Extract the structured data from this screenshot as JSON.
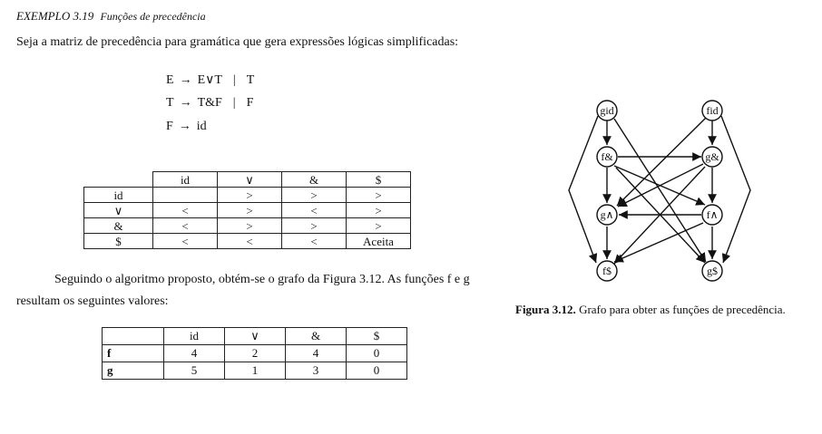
{
  "example": {
    "title": "EXEMPLO 3.19",
    "subtitle": "Funções de precedência"
  },
  "intro_text": "Seja a matriz de precedência para gramática que gera expressões lógicas simplificadas:",
  "grammar": [
    {
      "lhs": "E",
      "arrow": "→",
      "rhs1": "E∨T",
      "sep": "|",
      "rhs2": "T"
    },
    {
      "lhs": "T",
      "arrow": "→",
      "rhs1": "T&F",
      "sep": "|",
      "rhs2": "F"
    },
    {
      "lhs": "F",
      "arrow": "→",
      "rhs1": "id",
      "sep": "",
      "rhs2": ""
    }
  ],
  "precedence_table": {
    "columns": [
      "id",
      "∨",
      "&",
      "$"
    ],
    "rows": [
      {
        "head": "id",
        "cells": [
          "",
          ">",
          ">",
          ">"
        ]
      },
      {
        "head": "∨",
        "cells": [
          "<",
          ">",
          "<",
          ">"
        ]
      },
      {
        "head": "&",
        "cells": [
          "<",
          ">",
          ">",
          ">"
        ]
      },
      {
        "head": "$",
        "cells": [
          "<",
          "<",
          "<",
          "Aceita"
        ]
      }
    ]
  },
  "paragraph": {
    "line1": "Seguindo o algoritmo proposto, obtém-se o grafo da Figura 3.12. As funções f e g",
    "line2": "resultam os seguintes valores:"
  },
  "functions_table": {
    "columns": [
      "id",
      "∨",
      "&",
      "$"
    ],
    "rows": [
      {
        "head": "f",
        "cells": [
          "4",
          "2",
          "4",
          "0"
        ]
      },
      {
        "head": "g",
        "cells": [
          "5",
          "1",
          "3",
          "0"
        ]
      }
    ]
  },
  "graph": {
    "nodes": [
      {
        "id": "gid",
        "label": "gid"
      },
      {
        "id": "fid",
        "label": "fid"
      },
      {
        "id": "fand",
        "label": "f&"
      },
      {
        "id": "gand",
        "label": "g&"
      },
      {
        "id": "gor",
        "label": "g∧"
      },
      {
        "id": "for",
        "label": "f∧"
      },
      {
        "id": "fend",
        "label": "f$"
      },
      {
        "id": "gend",
        "label": "g$"
      }
    ]
  },
  "caption": {
    "number": "Figura 3.12.",
    "text": "Grafo para obter as funções de precedência."
  }
}
